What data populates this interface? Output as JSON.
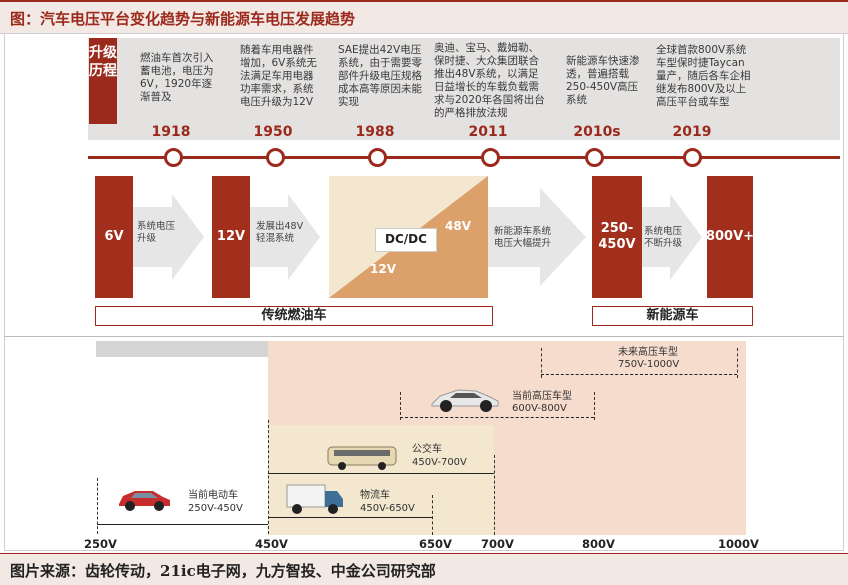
{
  "header": {
    "title": "图：汽车电压平台变化趋势与新能源车电压发展趋势"
  },
  "side_label": {
    "text": "升级历程"
  },
  "timeline": [
    {
      "year": "1918",
      "desc": "燃油车首次引入蓄电池，电压为6V，1920年逐渐普及"
    },
    {
      "year": "1950",
      "desc": "随着车用电器件增加，6V系统无法满足车用电器功率需求，系统电压升级为12V"
    },
    {
      "year": "1988",
      "desc": "SAE提出42V电压系统，由于需要零部件升级电压规格成本高等原因未能实现"
    },
    {
      "year": "2011",
      "desc": "奥迪、宝马、戴姆勒、保时捷、大众集团联合推出48V系统，以满足日益增长的车载负载需求与2020年各国将出台的严格排放法规"
    },
    {
      "year": "2010s",
      "desc": "新能源车快速渗透，普遍搭载250-450V高压系统"
    },
    {
      "year": "2019",
      "desc": "全球首款800V系统车型保时捷Taycan量产，随后各车企相继发布800V及以上高压平台或车型"
    }
  ],
  "voltage_boxes": {
    "v6": "6V",
    "v12": "12V",
    "dcdc": "DC/DC",
    "v48": "48V",
    "v12b": "12V",
    "v250": "250-450V",
    "v800": "800V+"
  },
  "arrow_notes": {
    "a1": "系统电压升级",
    "a2": "发展出48V轻混系统",
    "a3": "新能源车系统电压大幅提升",
    "a4": "系统电压不断升级"
  },
  "eras": {
    "fuel": "传统燃油车",
    "nev": "新能源车"
  },
  "axis": [
    "250V",
    "450V",
    "650V",
    "700V",
    "800V",
    "1000V"
  ],
  "segments": {
    "ev": {
      "name": "当前电动车",
      "range": "250V-450V"
    },
    "logistics": {
      "name": "物流车",
      "range": "450V-650V"
    },
    "bus": {
      "name": "公交车",
      "range": "450V-700V"
    },
    "hv_now": {
      "name": "当前高压车型",
      "range": "600V-800V"
    },
    "hv_future": {
      "name": "未来高压车型",
      "range": "750V-1000V"
    }
  },
  "footer": {
    "source": "图片来源：齿轮传动，21ic电子网，九方智投、中金公司研究部"
  },
  "colors": {
    "brand": "#9b2a1c",
    "peach": "#f6dccd",
    "tan": "#f3e7cf",
    "gray_bg": "#e4e2e1"
  }
}
